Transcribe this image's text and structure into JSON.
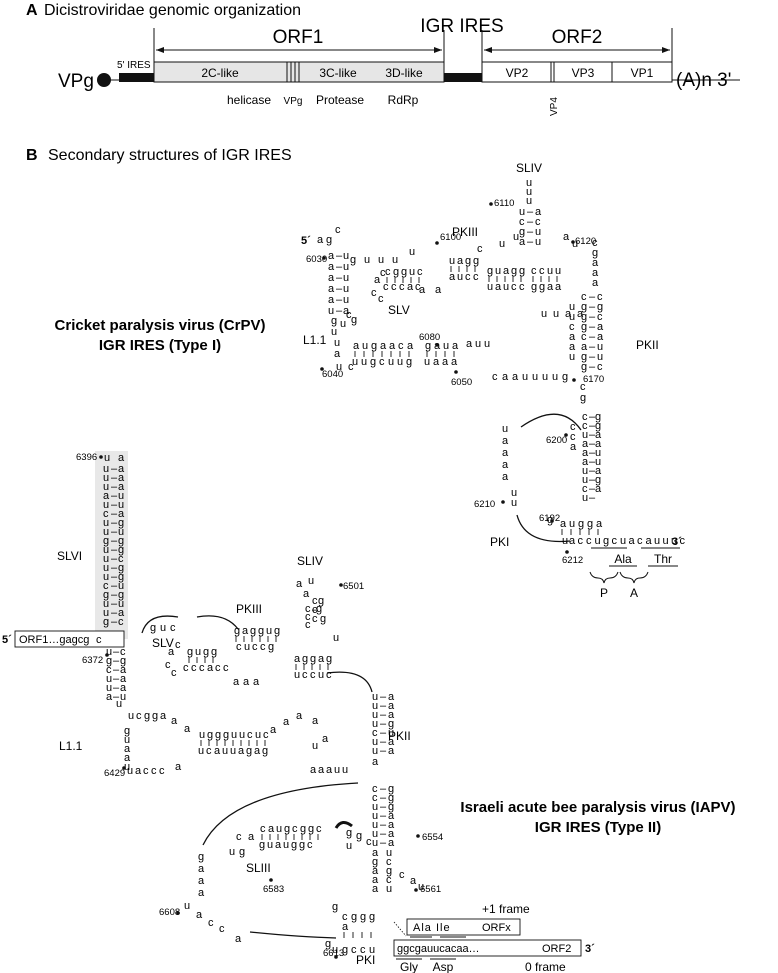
{
  "panel_a": {
    "letter": "A",
    "title": "Dicistroviridae genomic organization",
    "vpg_start": "VPg",
    "ires5": "5' IRES",
    "orf1": "ORF1",
    "igr_ires": "IGR IRES",
    "orf2": "ORF2",
    "polyA": "(A)n 3'",
    "orf1_domains": [
      "2C-like",
      "3C-like",
      "3D-like"
    ],
    "orf1_functions": [
      "helicase",
      "VPg",
      "Protease",
      "RdRp"
    ],
    "orf2_domains": [
      "VP2",
      "VP3",
      "VP1"
    ],
    "vp4": "VP4"
  },
  "panel_b": {
    "letter": "B",
    "title": "Secondary structures of IGR IRES"
  },
  "crpv": {
    "title_line1": "Cricket paralysis virus (CrPV)",
    "title_line2": "IGR IRES (Type I)",
    "five": "5´",
    "three": "3´",
    "labels": {
      "sliv": "SLIV",
      "pkiii": "PKIII",
      "slv": "SLV",
      "l11": "L1.1",
      "pkii": "PKII",
      "pki": "PKI"
    },
    "numbers": [
      "6100",
      "6110",
      "6120",
      "6030",
      "6080",
      "6040",
      "6050",
      "6170",
      "6200",
      "6210",
      "6192",
      "6212"
    ],
    "codons": {
      "ala": "Ala",
      "thr": "Thr",
      "p": "P",
      "a": "A"
    }
  },
  "iapv": {
    "title_line1": "Israeli acute bee paralysis virus (IAPV)",
    "title_line2": "IGR IRES (Type II)",
    "five": "5´",
    "three": "3´",
    "orf1_box": "ORF1…gagcg",
    "orf2_box": "ggcgauucacaa…",
    "orf2_label": "ORF2",
    "orfx_box": "Ala  Ile",
    "orfx_label": "ORFx",
    "plus1": "+1 frame",
    "zero": "0 frame",
    "gly": "Gly",
    "asp": "Asp",
    "labels": {
      "slvi": "SLVI",
      "sliv": "SLIV",
      "pkiii": "PKIII",
      "slv": "SLV",
      "l11": "L1.1",
      "pkii": "PKII",
      "sliii": "SLIII",
      "pki": "PKI"
    },
    "numbers": [
      "6396",
      "6372",
      "6501",
      "6429",
      "6554",
      "6583",
      "6561",
      "6608",
      "6613"
    ]
  }
}
